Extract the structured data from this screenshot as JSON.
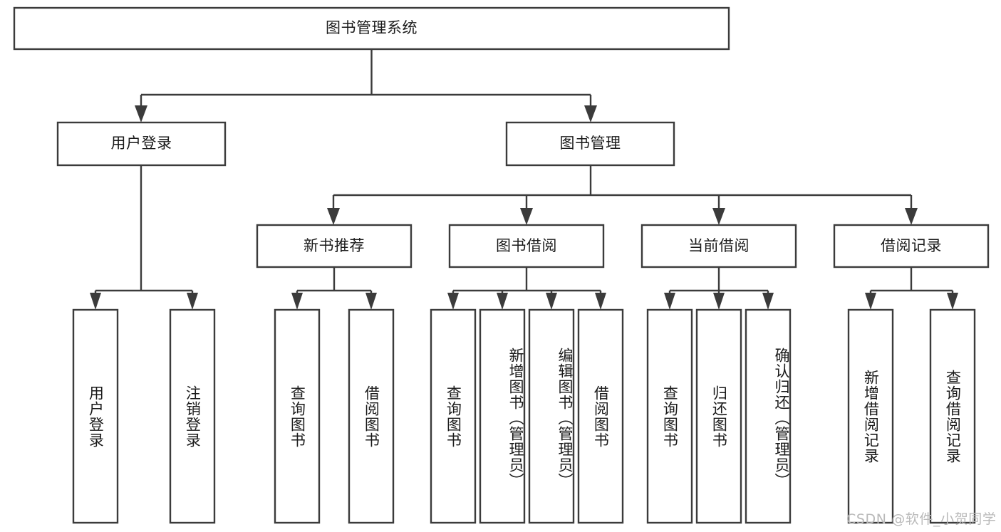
{
  "diagram": {
    "title": "图书管理系统",
    "type": "hierarchy-tree",
    "root": {
      "id": "root",
      "label": "图书管理系统",
      "orientation": "horizontal"
    },
    "level2": [
      {
        "id": "user-login",
        "label": "用户登录",
        "orientation": "horizontal"
      },
      {
        "id": "book-manage",
        "label": "图书管理",
        "orientation": "horizontal"
      }
    ],
    "level3": [
      {
        "id": "new-book-recommend",
        "label": "新书推荐",
        "orientation": "horizontal"
      },
      {
        "id": "book-borrow",
        "label": "图书借阅",
        "orientation": "horizontal"
      },
      {
        "id": "current-borrow",
        "label": "当前借阅",
        "orientation": "horizontal"
      },
      {
        "id": "borrow-record",
        "label": "借阅记录",
        "orientation": "horizontal"
      }
    ],
    "leaves": {
      "user-login": [
        {
          "id": "leaf-user-login",
          "label": "用户登录",
          "orientation": "vertical"
        },
        {
          "id": "leaf-logout-login",
          "label": "注销登录",
          "orientation": "vertical"
        }
      ],
      "new-book-recommend": [
        {
          "id": "leaf-query-book-1",
          "label": "查询图书",
          "orientation": "vertical"
        },
        {
          "id": "leaf-borrow-book-1",
          "label": "借阅图书",
          "orientation": "vertical"
        }
      ],
      "book-borrow": [
        {
          "id": "leaf-query-book-2",
          "label": "查询图书",
          "orientation": "vertical"
        },
        {
          "id": "leaf-add-book-admin",
          "label": "新增图书（管理员）",
          "orientation": "vertical"
        },
        {
          "id": "leaf-edit-book-admin",
          "label": "编辑图书（管理员）",
          "orientation": "vertical"
        },
        {
          "id": "leaf-borrow-book-2",
          "label": "借阅图书",
          "orientation": "vertical"
        }
      ],
      "current-borrow": [
        {
          "id": "leaf-query-book-3",
          "label": "查询图书",
          "orientation": "vertical"
        },
        {
          "id": "leaf-return-book",
          "label": "归还图书",
          "orientation": "vertical"
        },
        {
          "id": "leaf-confirm-return-admin",
          "label": "确认归还（管理员）",
          "orientation": "vertical"
        }
      ],
      "borrow-record": [
        {
          "id": "leaf-add-borrow-record",
          "label": "新增借阅记录",
          "orientation": "vertical"
        },
        {
          "id": "leaf-query-borrow-record",
          "label": "查询借阅记录",
          "orientation": "vertical"
        }
      ]
    },
    "colors": {
      "box_stroke": "#3b3b3b",
      "box_fill": "#ffffff",
      "text": "#1a1a1a",
      "background": "#ffffff",
      "watermark": "#b9b9b9"
    }
  },
  "watermark": {
    "text": "CSDN @软件_小贺同学"
  }
}
